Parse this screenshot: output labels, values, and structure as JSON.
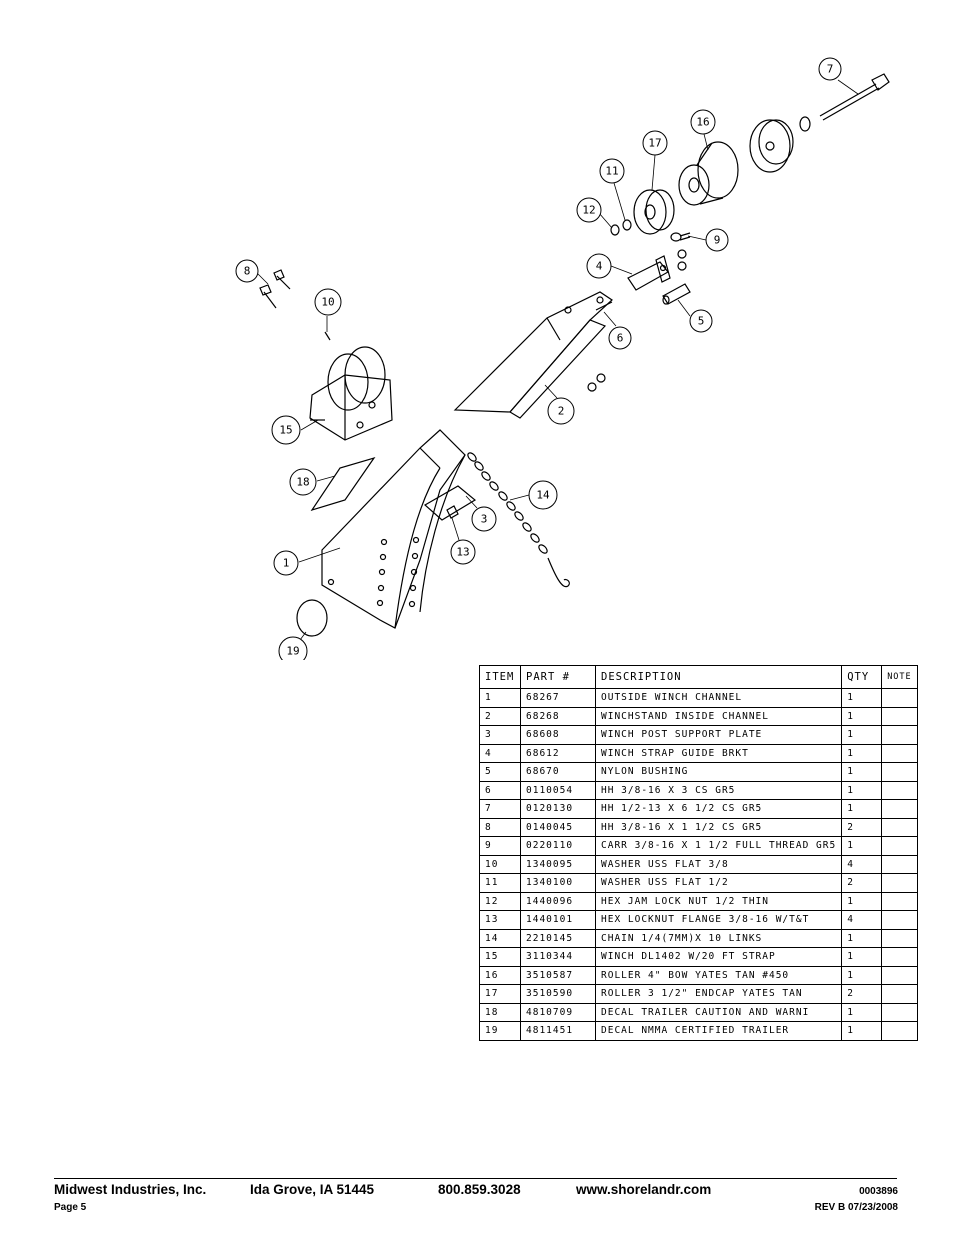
{
  "diagram": {
    "callouts": [
      "7",
      "16",
      "17",
      "11",
      "12",
      "9",
      "4",
      "5",
      "6",
      "8",
      "10",
      "2",
      "15",
      "14",
      "18",
      "3",
      "13",
      "1",
      "19"
    ]
  },
  "table": {
    "headers": [
      "ITEM",
      "PART #",
      "DESCRIPTION",
      "QTY",
      "NOTE"
    ],
    "rows": [
      [
        "1",
        "68267",
        "OUTSIDE WINCH CHANNEL",
        "1",
        ""
      ],
      [
        "2",
        "68268",
        "WINCHSTAND   INSIDE CHANNEL",
        "1",
        ""
      ],
      [
        "3",
        "68608",
        "WINCH POST SUPPORT PLATE",
        "1",
        ""
      ],
      [
        "4",
        "68612",
        "WINCH STRAP GUIDE BRKT",
        "1",
        ""
      ],
      [
        "5",
        "68670",
        "NYLON BUSHING",
        "1",
        ""
      ],
      [
        "6",
        "0110054",
        "HH 3/8-16 X 3 CS GR5",
        "1",
        ""
      ],
      [
        "7",
        "0120130",
        "HH 1/2-13 X 6 1/2 CS GR5",
        "1",
        ""
      ],
      [
        "8",
        "0140045",
        "HH 3/8-16 X 1 1/2 CS GR5",
        "2",
        ""
      ],
      [
        "9",
        "0220110",
        "CARR 3/8-16 X 1 1/2 FULL THREAD GR5",
        "1",
        ""
      ],
      [
        "10",
        "1340095",
        "WASHER USS FLAT 3/8",
        "4",
        ""
      ],
      [
        "11",
        "1340100",
        "WASHER USS FLAT 1/2",
        "2",
        ""
      ],
      [
        "12",
        "1440096",
        "HEX JAM LOCK NUT 1/2 THIN",
        "1",
        ""
      ],
      [
        "13",
        "1440101",
        "HEX LOCKNUT FLANGE 3/8-16 W/T&T",
        "4",
        ""
      ],
      [
        "14",
        "2210145",
        "CHAIN 1/4(7MM)X 10 LINKS",
        "1",
        ""
      ],
      [
        "15",
        "3110344",
        "WINCH DL1402 W/20 FT STRAP",
        "1",
        ""
      ],
      [
        "16",
        "3510587",
        "ROLLER 4\" BOW YATES TAN #450",
        "1",
        ""
      ],
      [
        "17",
        "3510590",
        "ROLLER 3 1/2\" ENDCAP YATES TAN",
        "2",
        ""
      ],
      [
        "18",
        "4810709",
        "DECAL TRAILER CAUTION AND WARNI",
        "1",
        ""
      ],
      [
        "19",
        "4811451",
        " DECAL NMMA CERTIFIED TRAILER",
        "1",
        ""
      ]
    ]
  },
  "footer": {
    "company": "Midwest Industries, Inc.",
    "city": "Ida Grove, IA  51445",
    "phone": "800.859.3028",
    "website": "www.shorelandr.com",
    "doc_number": "0003896",
    "page": "Page 5",
    "revision": "REV B  07/23/2008"
  }
}
